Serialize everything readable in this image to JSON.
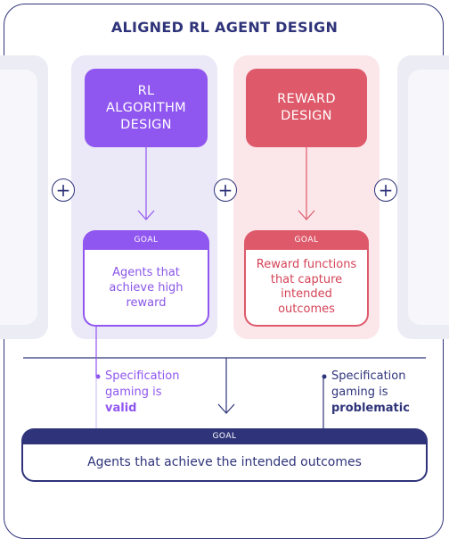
{
  "title": "ALIGNED RL AGENT DESIGN",
  "left_column": {
    "heading": "RL\nALGORITHM\nDESIGN",
    "goal_label": "GOAL",
    "goal_text": "Agents that\nachieve high\nreward"
  },
  "right_column": {
    "heading": "REWARD\nDESIGN",
    "goal_label": "GOAL",
    "goal_text": "Reward functions\nthat capture\nintended\noutcomes"
  },
  "plus_symbol": "+",
  "note_left": {
    "line1": "Specification",
    "line2": "gaming is",
    "emphasis": "valid"
  },
  "note_right": {
    "line1": "Specification",
    "line2": "gaming is",
    "emphasis": "problematic"
  },
  "bottom_goal": {
    "label": "GOAL",
    "text": "Agents that achieve the intended outcomes"
  },
  "colors": {
    "navy": "#2f347a",
    "purple": "#9056f0",
    "purple_light": "#ebe8f8",
    "red": "#de5a6a",
    "red_light": "#fbe6ea",
    "grey_col": "#ececf4"
  }
}
